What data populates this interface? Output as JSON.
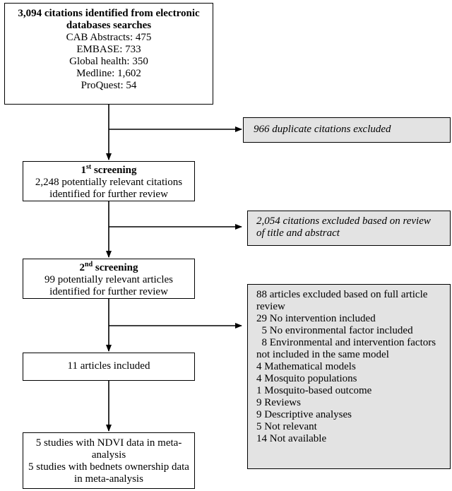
{
  "identification": {
    "title": "3,094 citations identified from electronic databases searches",
    "title_line1": "3,094 citations identified from electronic",
    "title_line2": "databases searches",
    "sources": [
      "CAB Abstracts: 475",
      "EMBASE: 733",
      "Global health: 350",
      "Medline: 1,602",
      "ProQuest: 54"
    ]
  },
  "exclusion_duplicates": "966 duplicate citations excluded",
  "screening1": {
    "heading_prefix": "1",
    "heading_sup": "st",
    "heading_suffix": " screening",
    "line1": "2,248 potentially relevant citations",
    "line2": "identified for further review"
  },
  "exclusion_title_abstract": {
    "line1": "2,054 citations excluded based on review",
    "line2": "of title and abstract"
  },
  "screening2": {
    "heading_prefix": "2",
    "heading_sup": "nd",
    "heading_suffix": " screening",
    "line1": "99 potentially relevant articles",
    "line2": "identified for further review"
  },
  "exclusion_full_article": {
    "lines": [
      "88 articles excluded based on full article",
      "review",
      "29 No intervention included",
      "  5 No environmental factor included",
      "  8 Environmental and intervention factors",
      "not included in the same model",
      "4 Mathematical models",
      "4 Mosquito populations",
      "1 Mosquito-based outcome",
      "9 Reviews",
      "9 Descriptive analyses",
      "5 Not relevant",
      "14 Not available"
    ]
  },
  "included": "11 articles included",
  "meta_analysis": {
    "lines": [
      "5 studies with NDVI data in meta-",
      "analysis",
      "5 studies with bednets ownership data",
      "in meta-analysis"
    ]
  }
}
